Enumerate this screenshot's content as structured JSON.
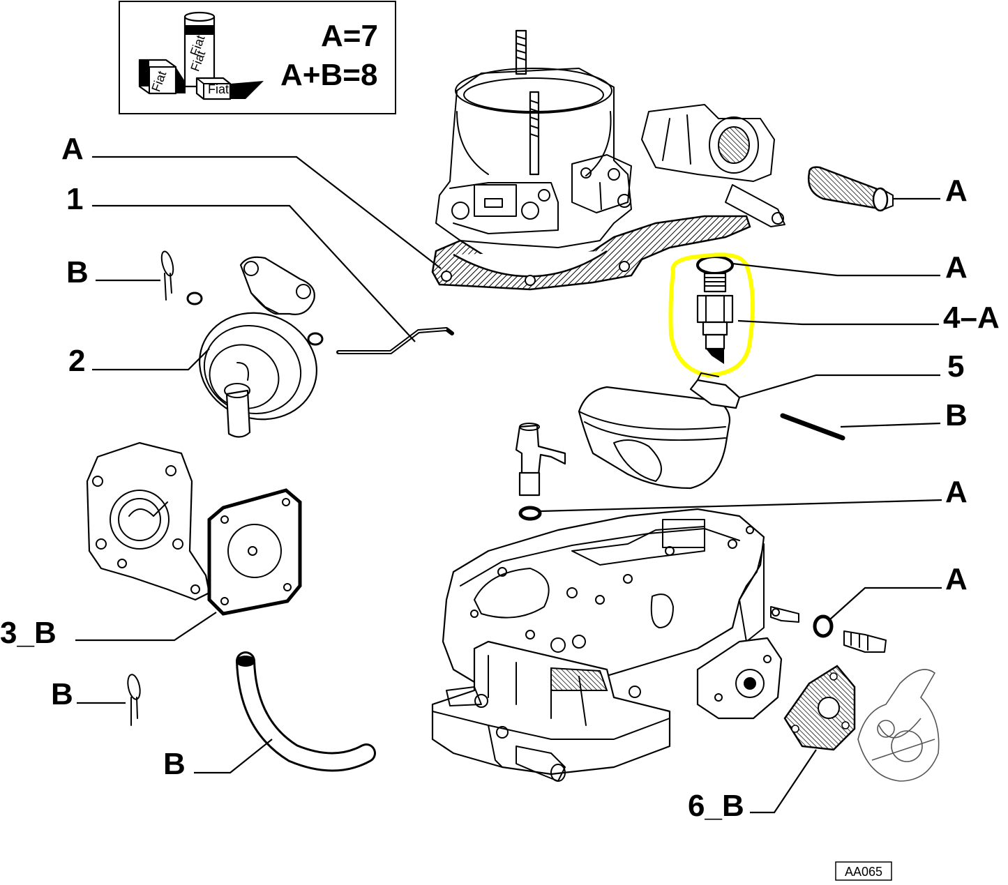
{
  "diagram": {
    "kit_box": {
      "line1": "A=7",
      "line2": "A+B=8"
    },
    "kit_product_text": [
      "Fiat",
      "Fiat",
      "Fiat",
      "Fiat"
    ],
    "labels": {
      "top_left_a": "A",
      "one": "1",
      "b_pin_top": "B",
      "two": "2",
      "three_b": "3_B",
      "b_pin_bottom": "B",
      "b_hose": "B",
      "filter_a": "A",
      "gasket_a": "A",
      "four_a": "4–A",
      "five": "5",
      "b_float_pin": "B",
      "washer_a": "A",
      "seal_a": "A",
      "six_b": "6_B"
    },
    "reference_code": "AA065",
    "highlight_color": "#ffff00"
  }
}
